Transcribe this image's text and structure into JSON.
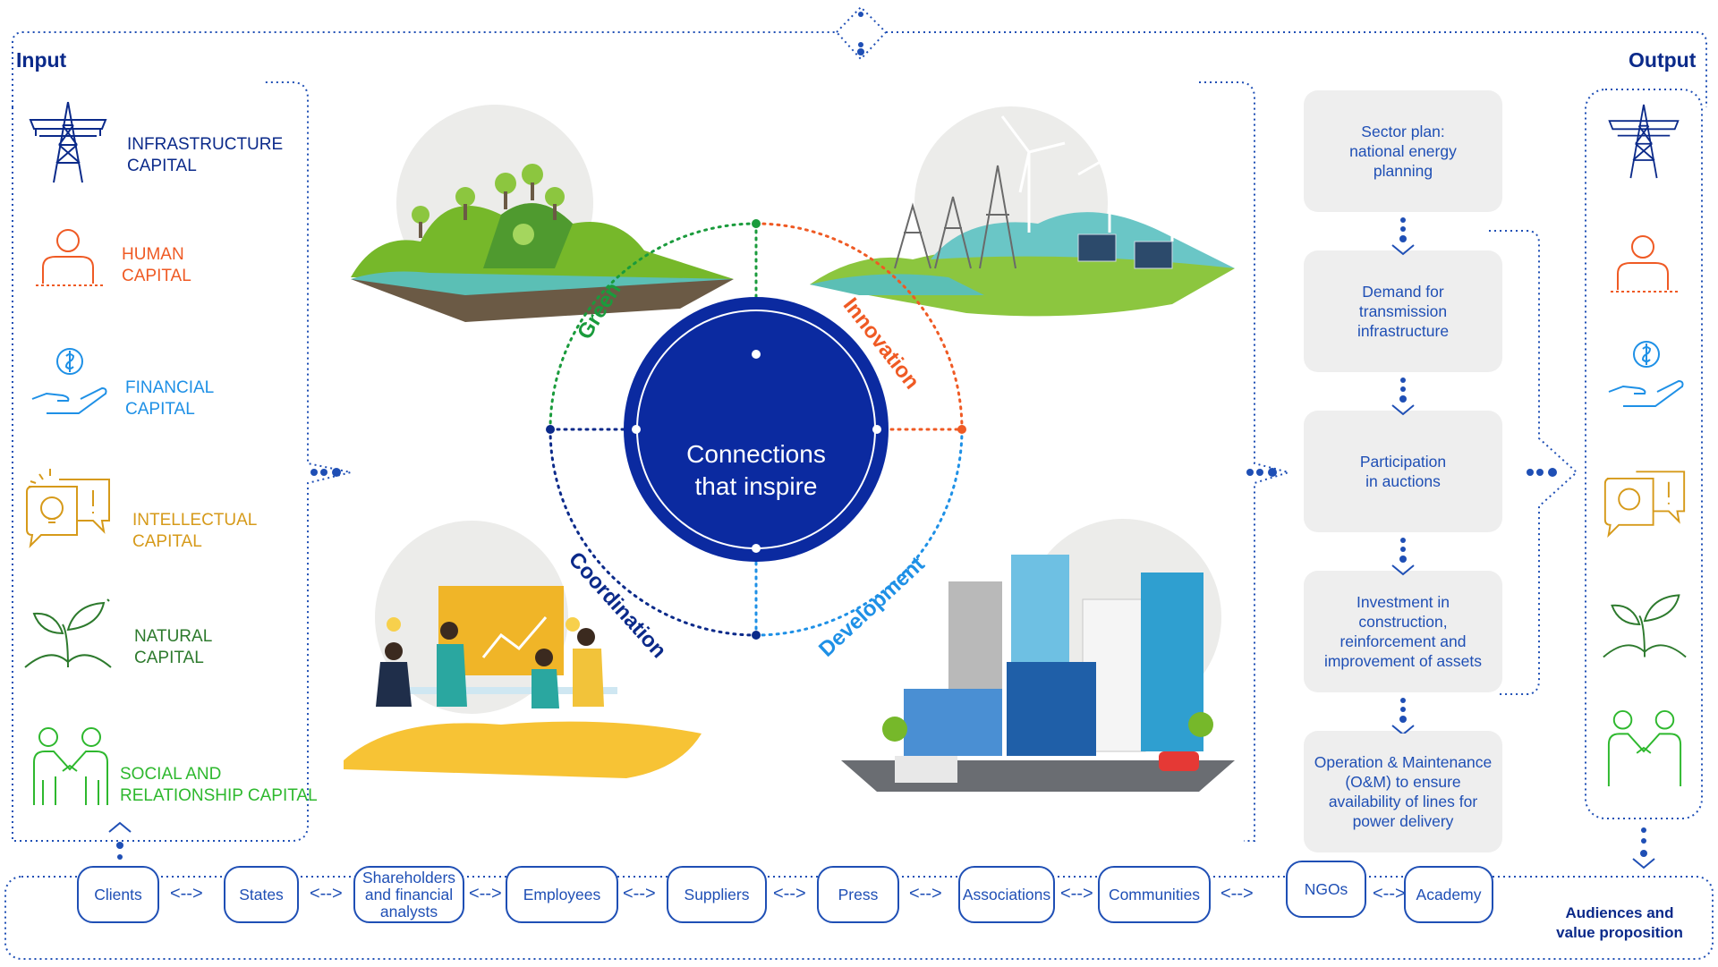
{
  "labels": {
    "input": "Input",
    "output": "Output",
    "center_line1": "Connections",
    "center_line2": "that inspire",
    "audiences_line1": "Audiences and",
    "audiences_line2": "value proposition"
  },
  "quadrants": {
    "green": "Green",
    "innovation": "Innovation",
    "coordination": "Coordination",
    "development": "Development"
  },
  "colors": {
    "navy": "#0b2a8a",
    "blue": "#1f4fb5",
    "green": "#1a9b3c",
    "orange": "#ef5a24",
    "light_blue": "#1e90e6",
    "gold": "#d69a1a",
    "dark_green": "#2d7a2d",
    "bright_green": "#2eb82e"
  },
  "capitals": [
    {
      "line1": "INFRASTRUCTURE",
      "line2": "CAPITAL",
      "icon": "transmission-tower-icon"
    },
    {
      "line1": "HUMAN",
      "line2": "CAPITAL",
      "icon": "person-icon"
    },
    {
      "line1": "FINANCIAL",
      "line2": "CAPITAL",
      "icon": "hand-coin-icon"
    },
    {
      "line1": "INTELLECTUAL",
      "line2": "CAPITAL",
      "icon": "lightbulb-icon"
    },
    {
      "line1": "NATURAL",
      "line2": "CAPITAL",
      "icon": "sprout-icon"
    },
    {
      "line1": "SOCIAL AND",
      "line2": "RELATIONSHIP CAPITAL",
      "icon": "handshake-icon"
    }
  ],
  "process": [
    {
      "line1": "Sector plan:",
      "line2": "national energy",
      "line3": "planning",
      "line4": ""
    },
    {
      "line1": "Demand for",
      "line2": "transmission",
      "line3": "infrastructure",
      "line4": ""
    },
    {
      "line1": "Participation",
      "line2": "in auctions",
      "line3": "",
      "line4": ""
    },
    {
      "line1": "Investment in",
      "line2": "construction,",
      "line3": "reinforcement and",
      "line4": "improvement of assets"
    },
    {
      "line1": "Operation & Maintenance",
      "line2": "(O&M) to ensure",
      "line3": "availability of lines for",
      "line4": "power delivery"
    }
  ],
  "audiences": [
    {
      "line1": "Clients",
      "line2": ""
    },
    {
      "line1": "States",
      "line2": ""
    },
    {
      "line1": "Shareholders",
      "line2": "and financial",
      "line3": "analysts"
    },
    {
      "line1": "Employees",
      "line2": ""
    },
    {
      "line1": "Suppliers",
      "line2": ""
    },
    {
      "line1": "Press",
      "line2": ""
    },
    {
      "line1": "Associations",
      "line2": ""
    },
    {
      "line1": "Communities",
      "line2": ""
    },
    {
      "line1": "NGOs",
      "line2": ""
    },
    {
      "line1": "Academy",
      "line2": ""
    }
  ],
  "arrow_glyph": "<-->"
}
